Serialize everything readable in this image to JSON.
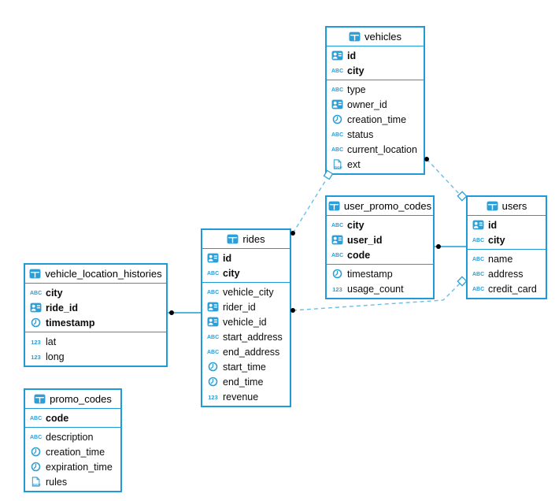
{
  "colors": {
    "table_border": "#1e9bd7",
    "icon_blue": "#2d9fd8",
    "dashed_line": "#67bfe9",
    "solid_line": "#1e9bd7",
    "dot_marker": "#000000",
    "diamond_fill": "#ffffff"
  },
  "icons": {
    "table-icon": "grid-table glyph",
    "id-card-icon": "person id-card glyph",
    "abc-icon": "ABC",
    "number-icon": "123",
    "clock-icon": "clock glyph",
    "json-icon": "JSON"
  },
  "tables": [
    {
      "name": "vehicles",
      "fields": [
        {
          "name": "id",
          "icon": "id-card-icon",
          "key": true
        },
        {
          "name": "city",
          "icon": "abc-icon",
          "key": true
        },
        {
          "name": "type",
          "icon": "abc-icon",
          "key": false
        },
        {
          "name": "owner_id",
          "icon": "id-card-icon",
          "key": false
        },
        {
          "name": "creation_time",
          "icon": "clock-icon",
          "key": false
        },
        {
          "name": "status",
          "icon": "abc-icon",
          "key": false
        },
        {
          "name": "current_location",
          "icon": "abc-icon",
          "key": false
        },
        {
          "name": "ext",
          "icon": "json-icon",
          "key": false
        }
      ]
    },
    {
      "name": "user_promo_codes",
      "fields": [
        {
          "name": "city",
          "icon": "abc-icon",
          "key": true
        },
        {
          "name": "user_id",
          "icon": "id-card-icon",
          "key": true
        },
        {
          "name": "code",
          "icon": "abc-icon",
          "key": true
        },
        {
          "name": "timestamp",
          "icon": "clock-icon",
          "key": false
        },
        {
          "name": "usage_count",
          "icon": "number-icon",
          "key": false
        }
      ]
    },
    {
      "name": "users",
      "fields": [
        {
          "name": "id",
          "icon": "id-card-icon",
          "key": true
        },
        {
          "name": "city",
          "icon": "abc-icon",
          "key": true
        },
        {
          "name": "name",
          "icon": "abc-icon",
          "key": false
        },
        {
          "name": "address",
          "icon": "abc-icon",
          "key": false
        },
        {
          "name": "credit_card",
          "icon": "abc-icon",
          "key": false
        }
      ]
    },
    {
      "name": "rides",
      "fields": [
        {
          "name": "id",
          "icon": "id-card-icon",
          "key": true
        },
        {
          "name": "city",
          "icon": "abc-icon",
          "key": true
        },
        {
          "name": "vehicle_city",
          "icon": "abc-icon",
          "key": false
        },
        {
          "name": "rider_id",
          "icon": "id-card-icon",
          "key": false
        },
        {
          "name": "vehicle_id",
          "icon": "id-card-icon",
          "key": false
        },
        {
          "name": "start_address",
          "icon": "abc-icon",
          "key": false
        },
        {
          "name": "end_address",
          "icon": "abc-icon",
          "key": false
        },
        {
          "name": "start_time",
          "icon": "clock-icon",
          "key": false
        },
        {
          "name": "end_time",
          "icon": "clock-icon",
          "key": false
        },
        {
          "name": "revenue",
          "icon": "number-icon",
          "key": false
        }
      ]
    },
    {
      "name": "vehicle_location_histories",
      "fields": [
        {
          "name": "city",
          "icon": "abc-icon",
          "key": true
        },
        {
          "name": "ride_id",
          "icon": "id-card-icon",
          "key": true
        },
        {
          "name": "timestamp",
          "icon": "clock-icon",
          "key": true
        },
        {
          "name": "lat",
          "icon": "number-icon",
          "key": false
        },
        {
          "name": "long",
          "icon": "number-icon",
          "key": false
        }
      ]
    },
    {
      "name": "promo_codes",
      "fields": [
        {
          "name": "code",
          "icon": "abc-icon",
          "key": true
        },
        {
          "name": "description",
          "icon": "abc-icon",
          "key": false
        },
        {
          "name": "creation_time",
          "icon": "clock-icon",
          "key": false
        },
        {
          "name": "expiration_time",
          "icon": "clock-icon",
          "key": false
        },
        {
          "name": "rules",
          "icon": "json-icon",
          "key": false
        }
      ]
    }
  ],
  "relationships": [
    {
      "from": "rides",
      "to": "vehicles",
      "line_style": "dashed",
      "from_marker": "dot",
      "to_marker": "diamond"
    },
    {
      "from": "vehicles",
      "to": "users",
      "line_style": "dashed",
      "from_marker": "dot",
      "to_marker": "diamond"
    },
    {
      "from": "rides",
      "to": "users",
      "line_style": "dashed",
      "from_marker": "dot",
      "to_marker": "diamond"
    },
    {
      "from": "user_promo_codes",
      "to": "users",
      "line_style": "solid",
      "from_marker": "dot",
      "to_marker": "none"
    },
    {
      "from": "vehicle_location_histories",
      "to": "rides",
      "line_style": "solid",
      "from_marker": "dot",
      "to_marker": "none"
    }
  ]
}
